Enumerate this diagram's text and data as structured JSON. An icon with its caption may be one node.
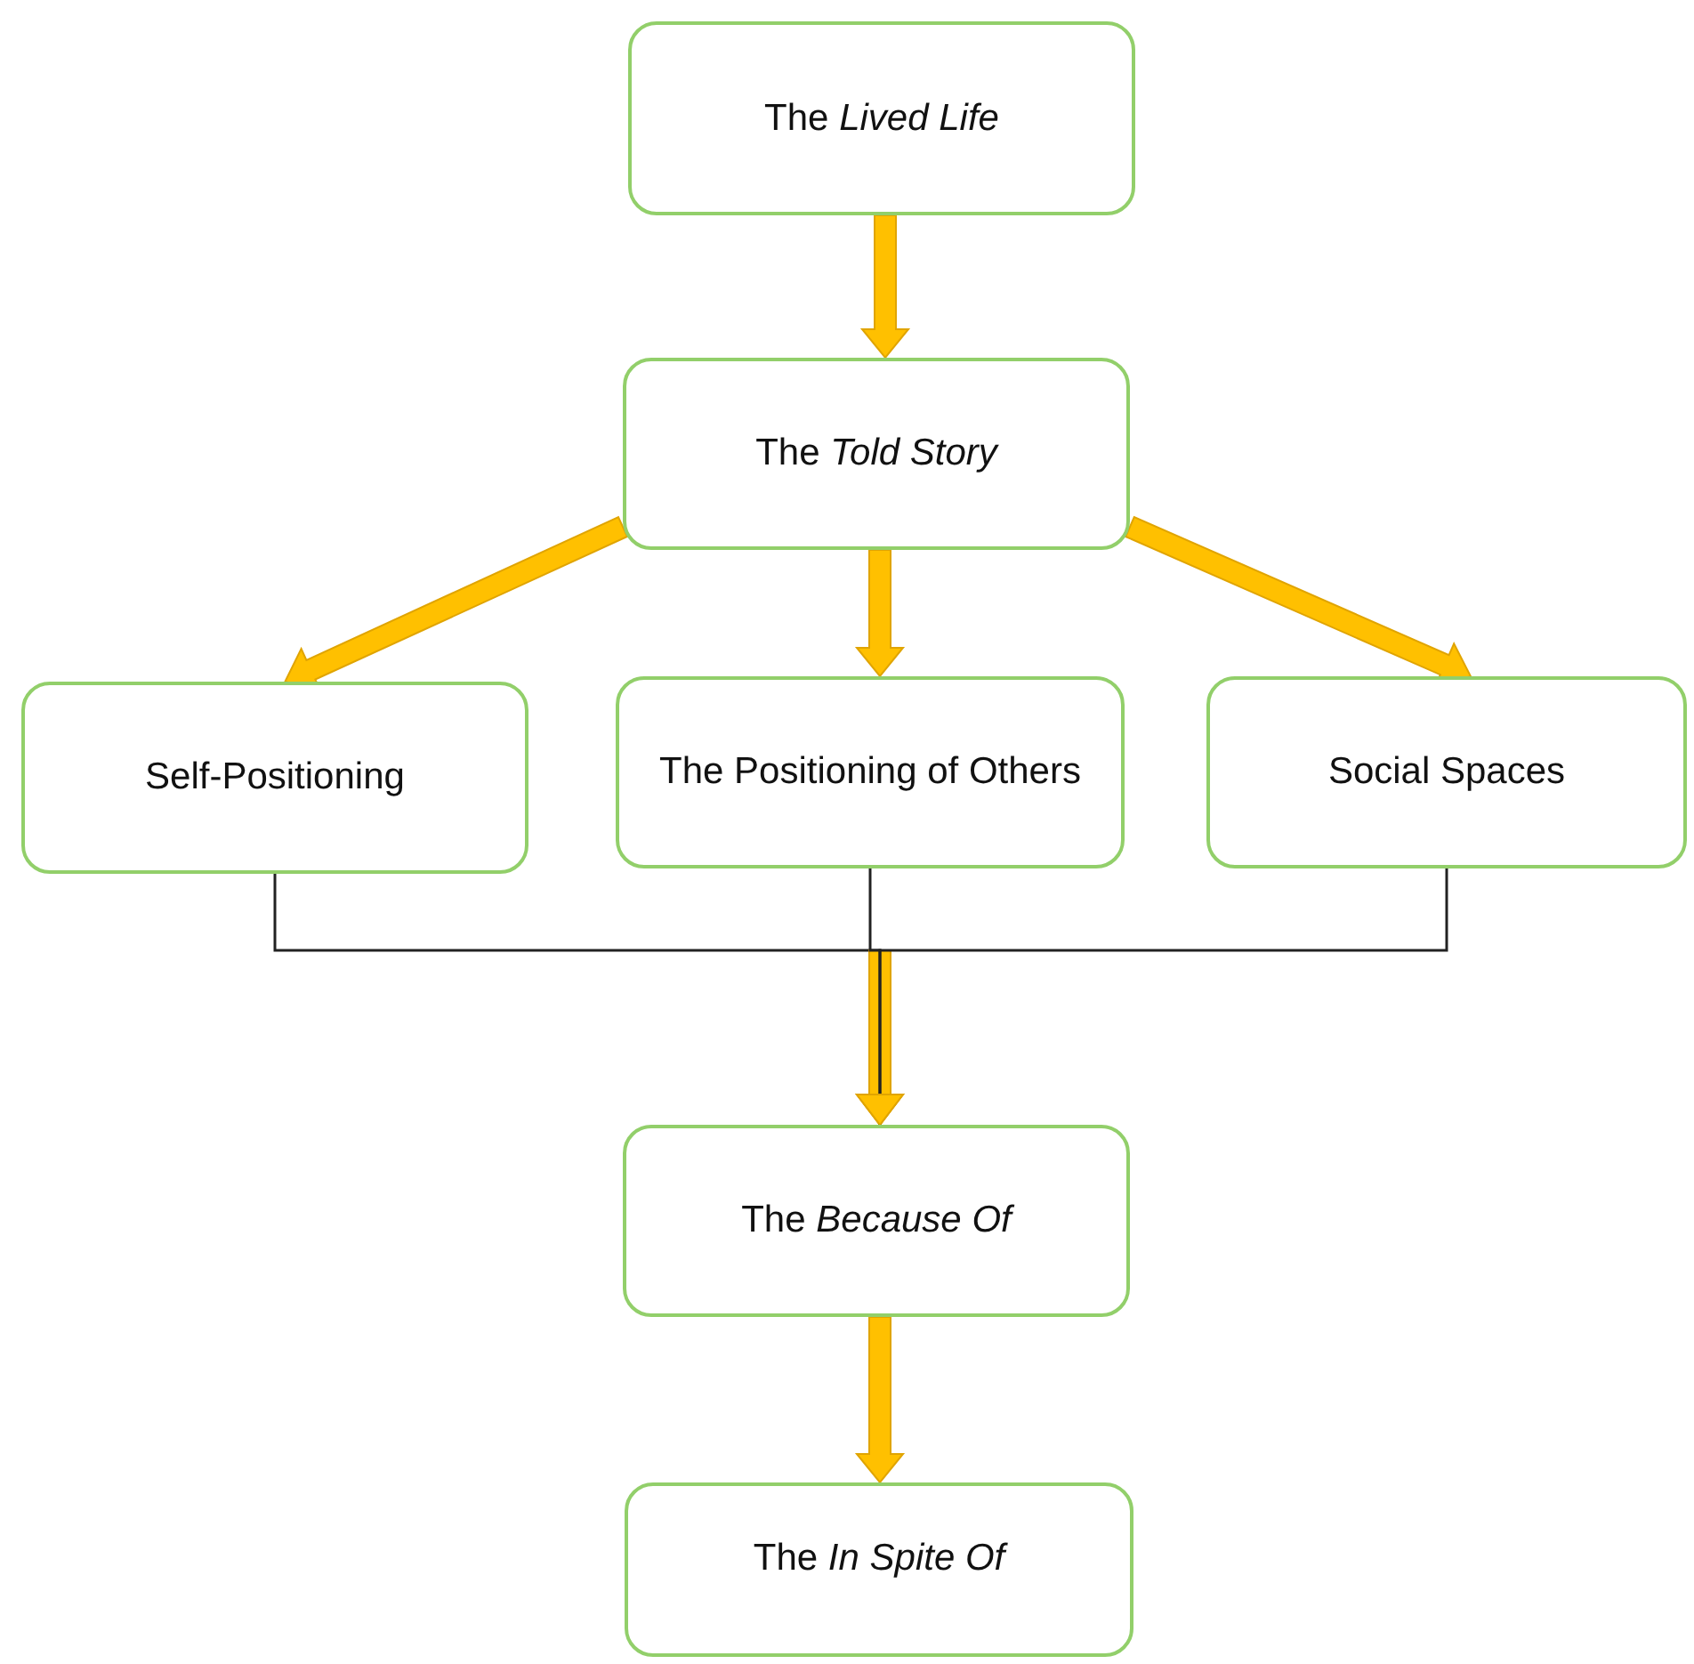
{
  "diagram": {
    "nodes": [
      {
        "text": [
          "The *Lived Life*"
        ]
      },
      {
        "text": [
          "The *Told Story*"
        ]
      },
      {
        "text": [
          "Self-Positioning"
        ]
      },
      {
        "text": [
          "The Positioning of Others"
        ]
      },
      {
        "text": [
          "Social Spaces"
        ]
      },
      {
        "text": [
          "The *Because Of*"
        ]
      },
      {
        "text": [
          "The *In Spite Of*"
        ]
      }
    ],
    "edges": [
      {
        "from": 0,
        "to": 1,
        "arrow": "to",
        "style": "thick"
      },
      {
        "from": 1,
        "to": 2,
        "arrow": "to",
        "style": "thick"
      },
      {
        "from": 1,
        "to": 3,
        "arrow": "to",
        "style": "thick"
      },
      {
        "from": 1,
        "to": 4,
        "arrow": "to",
        "style": "thick"
      },
      {
        "from": 2,
        "to": 5,
        "arrow": "to"
      },
      {
        "from": 3,
        "to": 5,
        "arrow": "to"
      },
      {
        "from": 4,
        "to": 5,
        "arrow": "to"
      },
      {
        "from": 5,
        "to": 6,
        "arrow": "to",
        "style": "thick"
      }
    ]
  }
}
